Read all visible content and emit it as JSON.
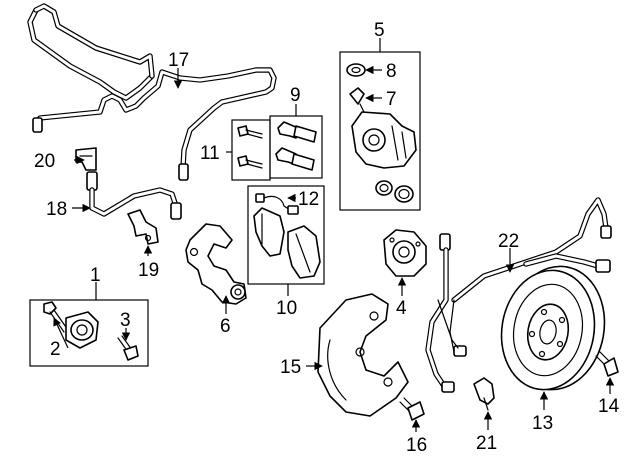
{
  "callouts": {
    "c1": "1",
    "c2": "2",
    "c3": "3",
    "c4": "4",
    "c5": "5",
    "c6": "6",
    "c7": "7",
    "c8": "8",
    "c9": "9",
    "c10": "10",
    "c11": "11",
    "c12": "12",
    "c13": "13",
    "c14": "14",
    "c15": "15",
    "c16": "16",
    "c17": "17",
    "c18": "18",
    "c19": "19",
    "c20": "20",
    "c21": "21",
    "c22": "22"
  },
  "colors": {
    "ink": "#000000",
    "background": "#ffffff"
  }
}
